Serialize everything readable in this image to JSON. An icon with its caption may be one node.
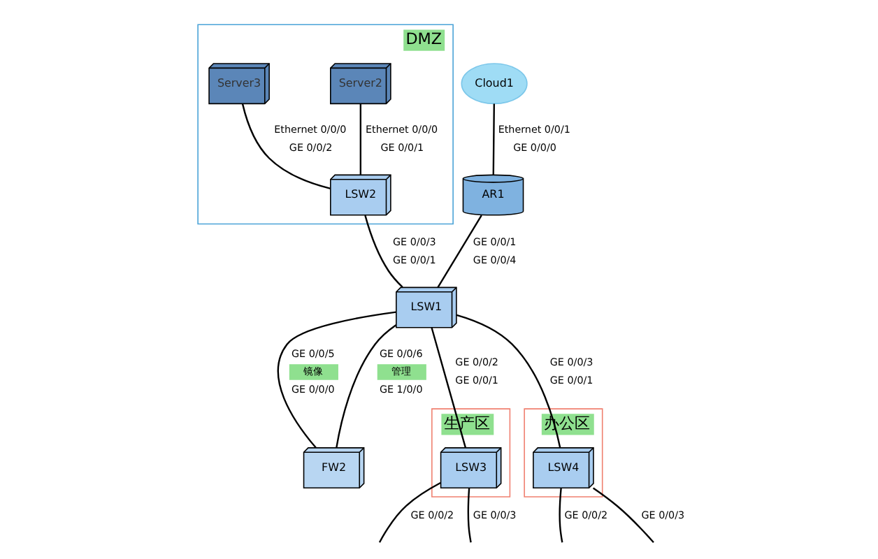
{
  "diagram": {
    "nodes": [
      {
        "text": [
          "DMZ"
        ]
      },
      {
        "text": [
          "Server2"
        ],
        "in": 0
      },
      {
        "text": [
          "Server3"
        ],
        "in": 0
      },
      {
        "text": [
          "LSW2"
        ],
        "in": 0
      },
      {
        "text": [
          "Cloud1"
        ]
      },
      {
        "text": [
          "AR1"
        ]
      },
      {
        "text": [
          "LSW1"
        ]
      },
      {
        "text": [
          "FW2"
        ]
      },
      {
        "text": [
          "生产区"
        ]
      },
      {
        "text": [
          "LSW3"
        ],
        "in": 8
      },
      {
        "text": [
          "办公区"
        ]
      },
      {
        "text": [
          "LSW4"
        ],
        "in": 10
      }
    ],
    "edges": [
      {
        "from": 4,
        "to": 5,
        "arrow": "none"
      },
      {
        "from": 1,
        "to": 3,
        "arrow": "none"
      },
      {
        "from": 2,
        "to": 3,
        "arrow": "none"
      },
      {
        "from": 3,
        "to": 6,
        "arrow": "none"
      },
      {
        "from": 5,
        "to": 6,
        "arrow": "none"
      },
      {
        "from": 6,
        "to": 7,
        "arrow": "none",
        "label": "镜像"
      },
      {
        "from": 6,
        "to": 7,
        "arrow": "none",
        "label": "管理"
      },
      {
        "from": 6,
        "to": 9,
        "arrow": "none"
      },
      {
        "from": 6,
        "to": 11,
        "arrow": "none"
      },
      {
        "from": 9,
        "to": null,
        "arrow": "none"
      },
      {
        "from": 9,
        "to": null,
        "arrow": "none"
      },
      {
        "from": 11,
        "to": null,
        "arrow": "none"
      },
      {
        "from": 11,
        "to": null,
        "arrow": "none"
      }
    ],
    "labels": [
      "Ethernet 0/0/1",
      "GE 0/0/0",
      "Ethernet 0/0/0",
      "GE 0/0/1",
      "Ethernet 0/0/0",
      "GE 0/0/2",
      "GE 0/0/3",
      "GE 0/0/1",
      "GE 0/0/1",
      "GE 0/0/4",
      "GE 0/0/5",
      "GE 0/0/0",
      "GE 0/0/6",
      "GE 1/0/0",
      "GE 0/0/2",
      "GE 0/0/1",
      "GE 0/0/3",
      "GE 0/0/1",
      "GE 0/0/2",
      "GE 0/0/3",
      "GE 0/0/2",
      "GE 0/0/3"
    ]
  }
}
